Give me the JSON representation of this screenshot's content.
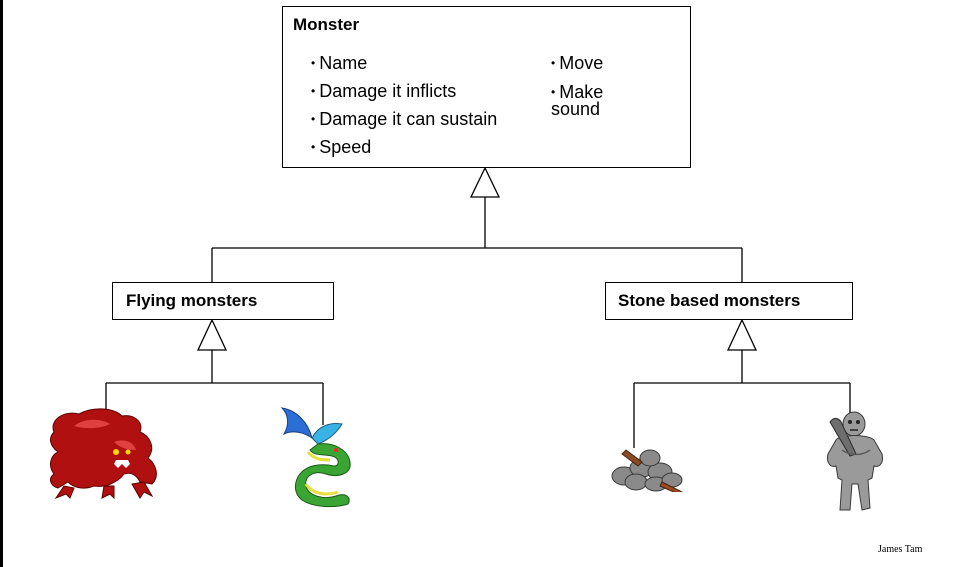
{
  "diagram": {
    "root": {
      "title": "Monster",
      "attributes": [
        "Name",
        "Damage it inflicts",
        "Damage it can sustain",
        "Speed"
      ],
      "methods": [
        "Move",
        "Make",
        "sound"
      ]
    },
    "children": [
      {
        "title": "Flying monsters",
        "examples": [
          "red-dragon",
          "green-winged-serpent"
        ]
      },
      {
        "title": "Stone based monsters",
        "examples": [
          "rock-pile",
          "stone-golem"
        ]
      }
    ]
  },
  "footer": {
    "author": "James Tam"
  },
  "colors": {
    "line": "#000000",
    "dragon": "#b01010",
    "serpent": "#2f9a2a",
    "stone": "#8a8a8a"
  }
}
